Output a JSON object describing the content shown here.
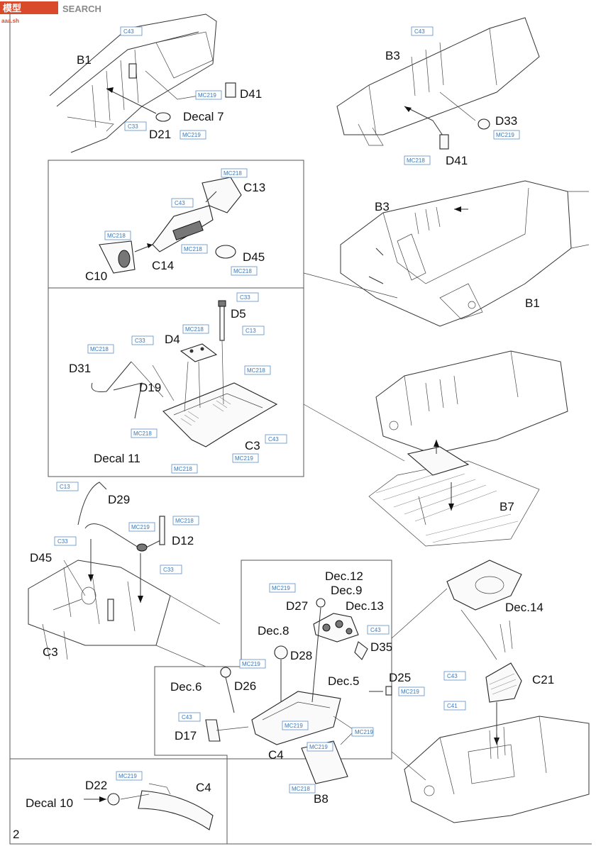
{
  "watermark": {
    "brand": "SEARCH",
    "site": "aaa.sh"
  },
  "page_number": "2",
  "labels": {
    "B1a": "B1",
    "D41a": "D41",
    "decal7": "Decal 7",
    "D21": "D21",
    "B3a": "B3",
    "D33": "D33",
    "D41b": "D41",
    "C13": "C13",
    "C10": "C10",
    "C14": "C14",
    "D45a": "D45",
    "B3b": "B3",
    "B1b": "B1",
    "D5": "D5",
    "D4": "D4",
    "D31": "D31",
    "D19": "D19",
    "C3a": "C3",
    "decal11": "Decal 11",
    "B7": "B7",
    "D29": "D29",
    "D12": "D12",
    "D45b": "D45",
    "C3b": "C3",
    "dec12": "Dec.12",
    "dec9": "Dec.9",
    "D27": "D27",
    "dec13": "Dec.13",
    "D35": "D35",
    "dec8": "Dec.8",
    "D28": "D28",
    "dec6": "Dec.6",
    "D26": "D26",
    "dec5": "Dec.5",
    "D25": "D25",
    "D17": "D17",
    "C4a": "C4",
    "B8": "B8",
    "dec14": "Dec.14",
    "C21": "C21",
    "D22": "D22",
    "decal10": "Decal 10",
    "C4b": "C4"
  },
  "paint": {
    "p1": "C43",
    "p2": "MC219",
    "p3": "C33",
    "p4": "MC219",
    "p5": "C43",
    "p6": "MC219",
    "p7": "MC218",
    "p8": "MC218",
    "p9": "C43",
    "p10": "MC218",
    "p11": "MC218",
    "p12": "MC218",
    "p13": "C33",
    "p14": "MC218",
    "p15": "C13",
    "p16": "MC218",
    "p17": "C33",
    "p18": "MC218",
    "p19": "MC218",
    "p20": "C43",
    "p21": "MC219",
    "p22": "MC218",
    "p23": "C13",
    "p24": "MC219",
    "p25": "MC218",
    "p26": "C33",
    "p27": "C33",
    "p28": "MC219",
    "p29": "C43",
    "p30": "MC219",
    "p31": "MC219",
    "p32": "MC219",
    "p33": "C43",
    "p34": "MC219",
    "p35": "MC219",
    "p36": "MC218",
    "p37": "C43",
    "p38": "C41",
    "p39": "MC219"
  }
}
